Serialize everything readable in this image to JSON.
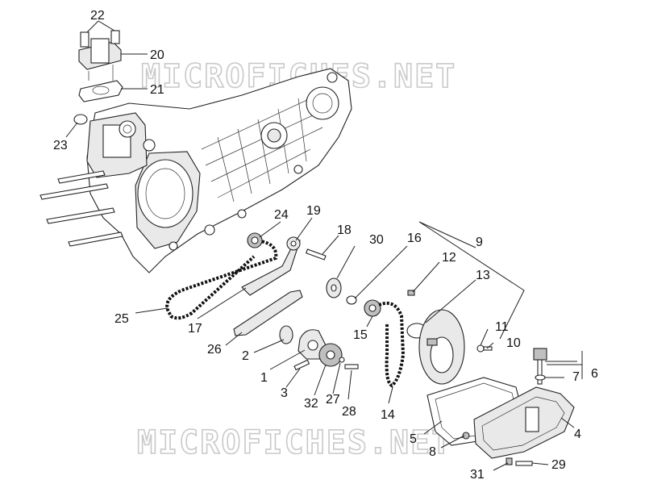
{
  "watermark": {
    "text": "MICROFICHES.NET"
  },
  "callouts": [
    {
      "id": "c1",
      "text": "1"
    },
    {
      "id": "c2",
      "text": "2"
    },
    {
      "id": "c3",
      "text": "3"
    },
    {
      "id": "c4",
      "text": "4"
    },
    {
      "id": "c5",
      "text": "5"
    },
    {
      "id": "c6",
      "text": "6"
    },
    {
      "id": "c7",
      "text": "7"
    },
    {
      "id": "c8",
      "text": "8"
    },
    {
      "id": "c9",
      "text": "9"
    },
    {
      "id": "c10",
      "text": "10"
    },
    {
      "id": "c11",
      "text": "11"
    },
    {
      "id": "c12",
      "text": "12"
    },
    {
      "id": "c13",
      "text": "13"
    },
    {
      "id": "c14",
      "text": "14"
    },
    {
      "id": "c15",
      "text": "15"
    },
    {
      "id": "c16",
      "text": "16"
    },
    {
      "id": "c17",
      "text": "17"
    },
    {
      "id": "c18",
      "text": "18"
    },
    {
      "id": "c19",
      "text": "19"
    },
    {
      "id": "c20",
      "text": "20"
    },
    {
      "id": "c21",
      "text": "21"
    },
    {
      "id": "c22",
      "text": "22"
    },
    {
      "id": "c23",
      "text": "23"
    },
    {
      "id": "c24",
      "text": "24"
    },
    {
      "id": "c25",
      "text": "25"
    },
    {
      "id": "c26",
      "text": "26"
    },
    {
      "id": "c27",
      "text": "27"
    },
    {
      "id": "c28",
      "text": "28"
    },
    {
      "id": "c29",
      "text": "29"
    },
    {
      "id": "c30",
      "text": "30"
    },
    {
      "id": "c31",
      "text": "31"
    },
    {
      "id": "c32",
      "text": "32"
    }
  ]
}
